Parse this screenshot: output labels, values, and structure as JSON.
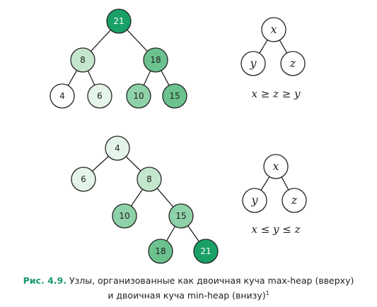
{
  "colors": {
    "white": "#ffffff",
    "very_light": "#e4f4e8",
    "light": "#c4e6cd",
    "medium": "#8fd1a8",
    "medium_dark": "#6cc28f",
    "dark": "#19a066",
    "stroke": "#222222",
    "caption_accent": "#1a9a6e"
  },
  "max_heap": {
    "nodes": [
      {
        "key": "n21",
        "label": "21",
        "color": "dark"
      },
      {
        "key": "n8",
        "label": "8",
        "color": "light"
      },
      {
        "key": "n18",
        "label": "18",
        "color": "medium_dark"
      },
      {
        "key": "n4",
        "label": "4",
        "color": "white"
      },
      {
        "key": "n6",
        "label": "6",
        "color": "very_light"
      },
      {
        "key": "n10",
        "label": "10",
        "color": "medium"
      },
      {
        "key": "n15",
        "label": "15",
        "color": "medium_dark"
      }
    ],
    "edges": [
      [
        "n21",
        "n8"
      ],
      [
        "n21",
        "n18"
      ],
      [
        "n8",
        "n4"
      ],
      [
        "n8",
        "n6"
      ],
      [
        "n18",
        "n10"
      ],
      [
        "n18",
        "n15"
      ]
    ]
  },
  "min_heap": {
    "nodes": [
      {
        "key": "n4",
        "label": "4",
        "color": "very_light"
      },
      {
        "key": "n6",
        "label": "6",
        "color": "very_light"
      },
      {
        "key": "n8",
        "label": "8",
        "color": "light"
      },
      {
        "key": "n10",
        "label": "10",
        "color": "medium"
      },
      {
        "key": "n15",
        "label": "15",
        "color": "medium"
      },
      {
        "key": "n18",
        "label": "18",
        "color": "medium_dark"
      },
      {
        "key": "n21",
        "label": "21",
        "color": "dark"
      }
    ],
    "edges": [
      [
        "n4",
        "n6"
      ],
      [
        "n4",
        "n8"
      ],
      [
        "n8",
        "n10"
      ],
      [
        "n8",
        "n15"
      ],
      [
        "n15",
        "n18"
      ],
      [
        "n15",
        "n21"
      ]
    ]
  },
  "max_schema": {
    "root": "x",
    "left": "y",
    "right": "z",
    "relation": "x ≥ z ≥ y"
  },
  "min_schema": {
    "root": "x",
    "left": "y",
    "right": "z",
    "relation": "x ≤ y ≤ z"
  },
  "caption": {
    "figure_number": "Рис. 4.9.",
    "line1": "Узлы, организованные как двоичная куча max-heap (вверху)",
    "line2": "и двоичная куча min-heap (внизу)",
    "footnote": "1"
  }
}
